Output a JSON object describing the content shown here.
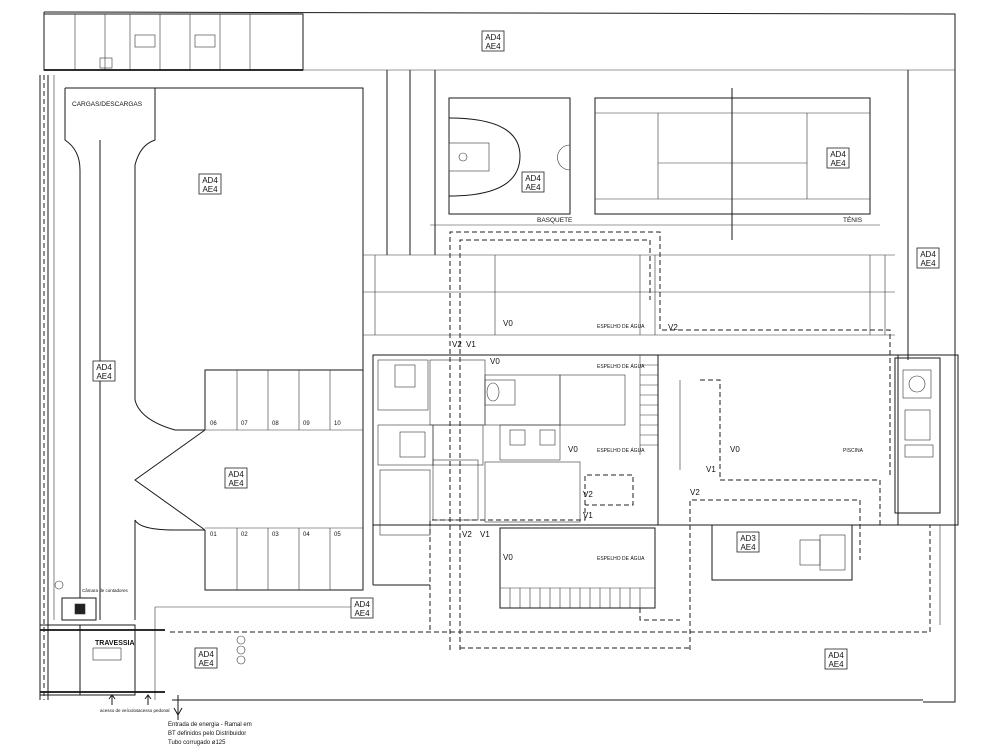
{
  "zone_code": [
    "AD4",
    "AE4"
  ],
  "zone_code_3": [
    "AD3",
    "AE4"
  ],
  "labels": {
    "cargas": "CARGAS/DESCARGAS",
    "basquete": "BASQUETE",
    "tenis": "TÉNIS",
    "piscina": "PISCINA",
    "espelho": "ESPELHO DE ÁGUA",
    "travessia": "TRAVESSIA",
    "acesso_veiculos": "acesso de veículos",
    "acesso_pedonal": "acesso pedonal",
    "camera": "Câmara de contadores",
    "entrada_1": "Entrada de energia - Ramal em",
    "entrada_2": "BT definidos pelo Distribuidor",
    "entrada_3": "Tubo corrugado ø125"
  },
  "circuits": {
    "v0": "V0",
    "v1": "V1",
    "v2": "V2"
  },
  "parking_top": [
    "06",
    "07",
    "08",
    "09",
    "10"
  ],
  "parking_bottom": [
    "01",
    "02",
    "03",
    "04",
    "05"
  ]
}
